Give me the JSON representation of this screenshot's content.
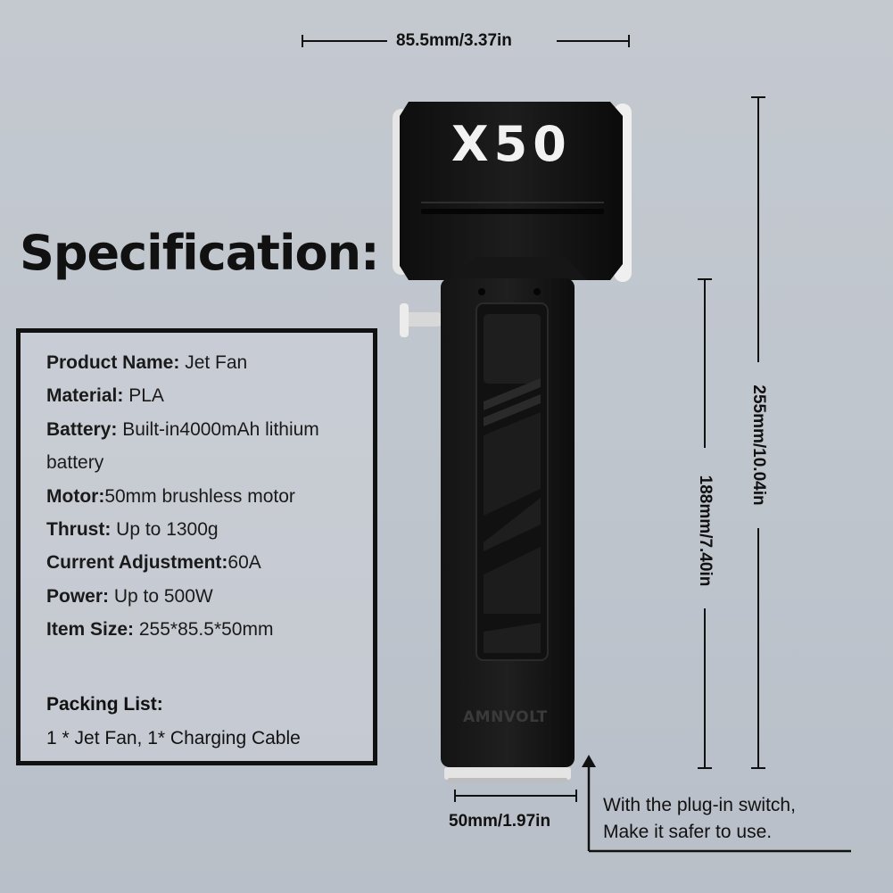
{
  "heading": "Specification:",
  "specs": [
    {
      "label": "Product Name:",
      "value": " Jet Fan"
    },
    {
      "label": "Material:",
      "value": " PLA"
    },
    {
      "label": "Battery:",
      "value": " Built-in4000mAh lithium"
    },
    {
      "label": "",
      "value": "battery"
    },
    {
      "label": "Motor:",
      "value": "50mm brushless motor"
    },
    {
      "label": "Thrust:",
      "value": " Up to 1300g"
    },
    {
      "label": "Current Adjustment:",
      "value": "60A"
    },
    {
      "label": "Power:",
      "value": " Up to 500W"
    },
    {
      "label": "Item Size:",
      "value": " 255*85.5*50mm"
    }
  ],
  "packing": {
    "title": "Packing List:",
    "text": "1 * Jet Fan, 1* Charging Cable"
  },
  "dimensions": {
    "width": "85.5mm/3.37in",
    "height_total": "255mm/10.04in",
    "height_handle": "188mm/7.40in",
    "depth": "50mm/1.97in"
  },
  "product": {
    "model": "X50",
    "brand": "AMNVOLT"
  },
  "note": {
    "line1": "With the plug-in switch,",
    "line2": "Make it safer to use."
  }
}
